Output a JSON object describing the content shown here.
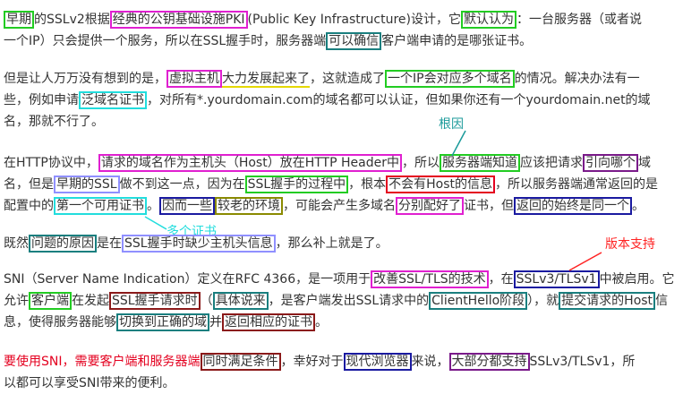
{
  "colors": {
    "green": "#22cc22",
    "magenta": "#e020d0",
    "teal": "#1a7f7f",
    "cyan": "#22dddd",
    "red": "#e4001f",
    "darkred": "#8b1a1a",
    "navy": "#1a1aa0",
    "olive": "#8a8a00",
    "purple": "#7a1a8a",
    "lavender": "#9090ff"
  },
  "p1": {
    "l1": {
      "a": "早期",
      "b": "的SSLv2根据",
      "c": "经典的公钥基础设施PKI",
      "d": "(Public Key Infrastructure)设计，它",
      "e": "默认认为",
      "f": "：一台服务器（或者说"
    },
    "l2": {
      "a": "一个IP）只会提供一个服务，所以在SSL握手时，服务器端",
      "b": "可以确信",
      "c": "客户端申请的是哪张证书。"
    }
  },
  "p2": {
    "l1": {
      "a": "但是让人万万没有想到的是，",
      "b": "虚拟主机",
      "c": "大力发展起来了",
      "d": "，这就造成了",
      "e": "一个IP会对应多个域名",
      "f": "的情况。解决办法有一"
    },
    "l2": {
      "a": "些，例如申请",
      "b": "泛域名证书",
      "c": "，对所有*.yourdomain.com的域名都可以认证，但如果你还有一个yourdomain.net的域"
    },
    "l3": {
      "a": "名，那就不行了。"
    }
  },
  "notes": {
    "root_cause": "根因",
    "multi_cert": "多个证书",
    "version_support": "版本支持"
  },
  "p3": {
    "l1": {
      "a": "在HTTP协议中，",
      "b": "请求的域名作为主机头（Host）放在HTTP Header中",
      "c": "，所以",
      "d": "服务器端知道",
      "e": "应该把请求",
      "f": "引向哪个",
      "g": "域"
    },
    "l2": {
      "a": "名，但是",
      "b": "早期的SSL",
      "c": "做不到这一点，因为在",
      "d": "SSL握手的过程中",
      "e": "，根本",
      "f": "不会有Host的信息",
      "g": "，所以服务器端通常返回的是"
    },
    "l3": {
      "a": "配置中的",
      "b": "第一个可用证书",
      "c": "。",
      "d": "因而一些",
      "e": "较老的环境",
      "f": "，可能会产生",
      "g": "多域名",
      "h": "分别配好了",
      "i": "证书，但",
      "j": "返回的始终是同一个",
      "k": "。"
    }
  },
  "p4": {
    "l1": {
      "a": "既然",
      "b": "问题的原因",
      "c": "是在",
      "d": "SSL握手时缺少主机头信息",
      "e": "，那么补上就是了。"
    }
  },
  "p5": {
    "l1": {
      "a": "SNI（Server Name Indication）定义在RFC 4366，是一项用于",
      "b": "改善SSL/TLS的技术",
      "c": "，在",
      "d": "SSLv3/TLSv1",
      "e": "中被启用。它"
    },
    "l2": {
      "a": "允许",
      "b": "客户端",
      "c": "在发起",
      "d": "SSL握手请求时",
      "e": "（",
      "f": "具体说来",
      "g": "，是客户端发出SSL请求中的",
      "h": "ClientHello阶段",
      "i": "），就",
      "j": "提交请求的Host",
      "k": "信"
    },
    "l3": {
      "a": "息，使得服务器能够",
      "b": "切换到正确的域",
      "c": "并",
      "d": "返回相应的证书",
      "e": "。"
    }
  },
  "p6": {
    "l1": {
      "a": "要使用SNI，需要客户端和服务器端",
      "b": "同时满足条件",
      "c": "，幸好对于",
      "d": "现代浏览器",
      "e": "来说，",
      "f": "大部分都支持",
      "g": "SSLv3/TLSv1，所"
    },
    "l2": {
      "a": "以都可以享受SNI带来的便利。"
    }
  }
}
